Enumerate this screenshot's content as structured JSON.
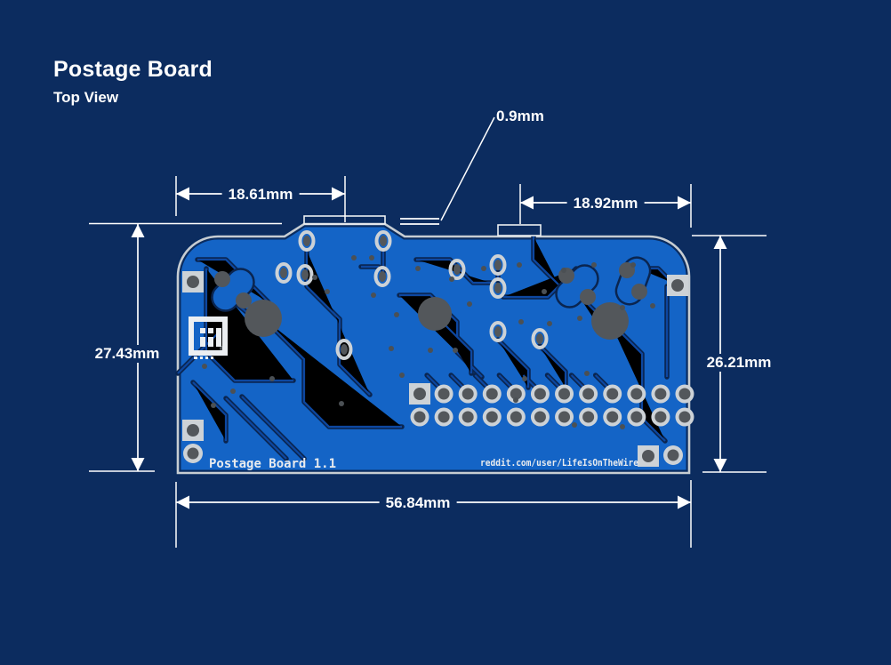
{
  "title": "Postage Board",
  "subtitle": "Top View",
  "dimensions": {
    "tab_width": "18.61mm",
    "connector_gap": "0.9mm",
    "right_span": "18.92mm",
    "overall_height": "27.43mm",
    "board_height": "26.21mm",
    "board_width": "56.84mm"
  },
  "silkscreen": {
    "board_label": "Postage Board 1.1",
    "credit": "reddit.com/user/LifeIsOnTheWire"
  },
  "icons": {
    "logo": "lifeisonthewire-logo"
  },
  "colors": {
    "background": "#0c2c5f",
    "board_mask": "#1464c6",
    "trace_outline": "#0a2550",
    "trace_fill": "#0d47a0",
    "board_edge": "#c7cdd2",
    "pad_ring": "#cdd2d6",
    "pad_hole": "#53575b",
    "silkscreen": "#e8ebee",
    "dimension": "#ffffff"
  }
}
